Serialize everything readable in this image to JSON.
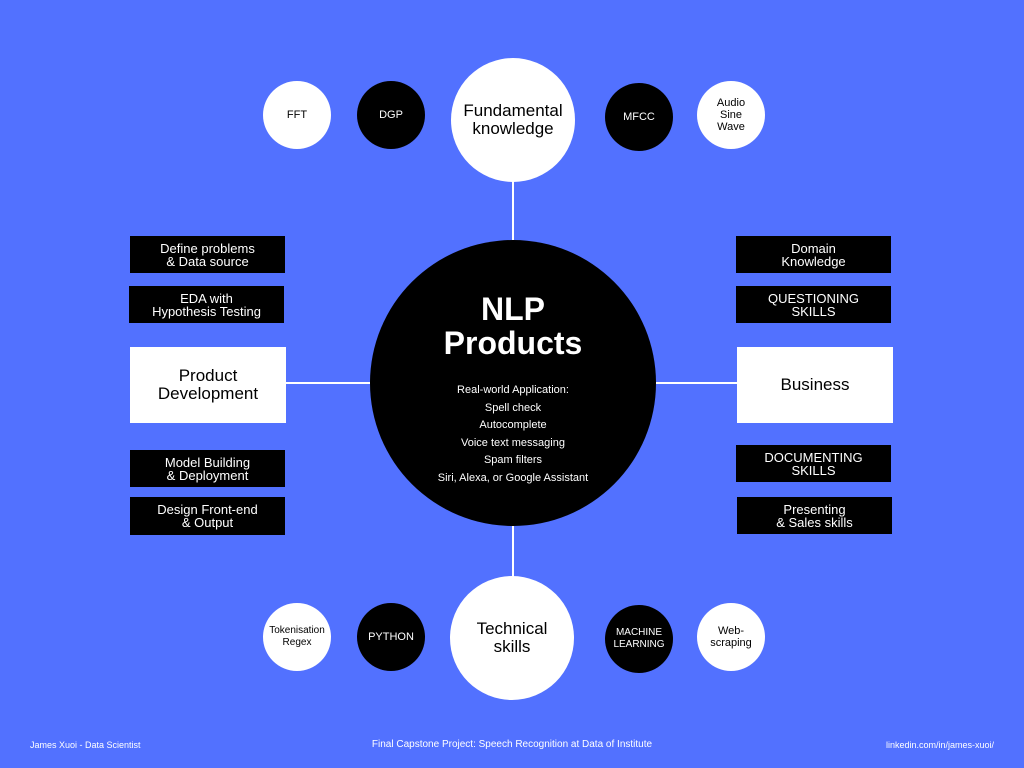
{
  "hub": {
    "title": "NLP\nProducts",
    "applications": [
      "Real-world Application:",
      "Spell check",
      "Autocomplete",
      "Voice text messaging",
      "Spam filters",
      "Siri, Alexa, or Google Assistant"
    ]
  },
  "fundamental": {
    "label": "Fundamental knowledge",
    "items": [
      "FFT",
      "DGP",
      "MFCC",
      "Audio Sine Wave"
    ]
  },
  "technical": {
    "label": "Technical skills",
    "items": [
      "Tokenisation Regex",
      "PYTHON",
      "MACHINE LEARNING",
      "Web-scraping"
    ]
  },
  "product_development": {
    "label": "Product Development",
    "items": [
      "Define problems\n& Data source",
      "EDA with\nHypothesis Testing",
      "Model Building\n& Deployment",
      "Design Front-end\n& Output"
    ]
  },
  "business": {
    "label": "Business",
    "items": [
      "Domain\nKnowledge",
      "QUESTIONING\nSKILLS",
      "DOCUMENTING\nSKILLS",
      "Presenting\n& Sales skills"
    ]
  },
  "footer": {
    "author": "James Xuoi - Data Scientist",
    "project": "Final Capstone Project: Speech Recognition at Data of Institute",
    "link": "linkedin.com/in/james-xuoi/"
  },
  "colors": {
    "background": "#5271ff",
    "dark": "#000000",
    "light": "#ffffff"
  }
}
